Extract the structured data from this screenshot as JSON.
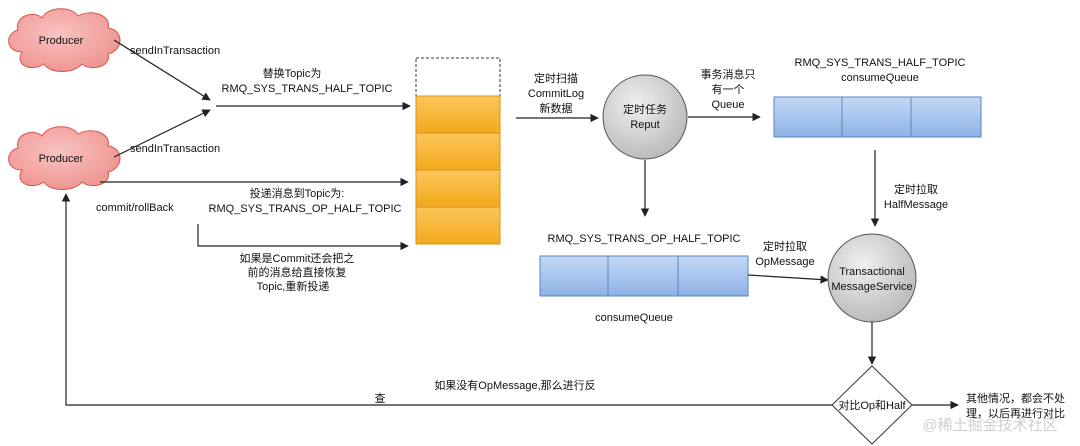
{
  "nodes": {
    "producer_top": "Producer",
    "producer_bottom": "Producer",
    "reput": [
      "定时任务",
      "Reput"
    ],
    "service": [
      "Transactional",
      "MessageService"
    ],
    "compare": "对比Op和Half"
  },
  "edges": {
    "send_top": "sendInTransaction",
    "send_bottom": "sendInTransaction",
    "replace_topic": [
      "替换Topic为",
      "RMQ_SYS_TRANS_HALF_TOPIC"
    ],
    "commit_rollback": "commit/rollBack",
    "deliver_op": [
      "投递消息到Topic为:",
      "RMQ_SYS_TRANS_OP_HALF_TOPIC"
    ],
    "commit_restore": [
      "如果是Commit还会把之",
      "前的消息给直接恢复",
      "Topic,重新投递"
    ],
    "scan_commitlog": [
      "定时扫描",
      "CommitLog",
      "新数据"
    ],
    "one_queue": [
      "事务消息只",
      "有一个",
      "Queue"
    ],
    "half_topic_queue": [
      "RMQ_SYS_TRANS_HALF_TOPIC",
      "consumeQueue"
    ],
    "op_topic": "RMQ_SYS_TRANS_OP_HALF_TOPIC",
    "op_consume_queue": "consumeQueue",
    "pull_half": [
      "定时拉取",
      "HalfMessage"
    ],
    "pull_op": [
      "定时拉取",
      "OpMessage"
    ],
    "no_op": [
      "如果没有OpMessage,那么进行反",
      "查"
    ],
    "other_cases": [
      "其他情况，都会不处",
      "理，以后再进行对比"
    ]
  },
  "watermark": "@稀土掘金技术社区",
  "colors": {
    "cloud_fill": "#f2a7a5",
    "cloud_stroke": "#d9534f",
    "log_fill": "#f9b83a",
    "log_stroke": "#d4931d",
    "queue_fill": "#a9c6ef",
    "queue_stroke": "#5b84c4",
    "circle_fill": "#d4d4d4",
    "circle_stroke": "#555555",
    "line": "#222222"
  }
}
